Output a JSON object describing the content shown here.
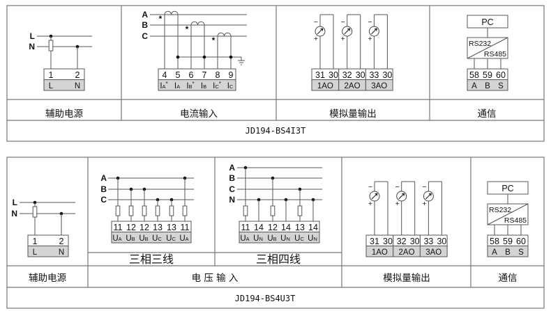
{
  "top": {
    "model": "JD194-BS4I3T",
    "sections": {
      "aux_power": "辅助电源",
      "current_input": "电流输入",
      "analog_output": "模拟量输出",
      "comm": "通信"
    },
    "aux": {
      "lines": [
        "L",
        "N"
      ],
      "terminals": [
        {
          "num": "1",
          "label": "L"
        },
        {
          "num": "2",
          "label": "N"
        }
      ]
    },
    "current": {
      "phases": [
        "A",
        "B",
        "C"
      ],
      "star": "*",
      "terminals": [
        {
          "num": "4",
          "main": "I",
          "sub": "A",
          "sup": "*"
        },
        {
          "num": "5",
          "main": "I",
          "sub": "A",
          "sup": ""
        },
        {
          "num": "6",
          "main": "I",
          "sub": "B",
          "sup": "*"
        },
        {
          "num": "7",
          "main": "I",
          "sub": "B",
          "sup": ""
        },
        {
          "num": "8",
          "main": "I",
          "sub": "C",
          "sup": "*"
        },
        {
          "num": "9",
          "main": "I",
          "sub": "C",
          "sup": ""
        }
      ]
    },
    "analog": {
      "minus": "−",
      "plus": "+",
      "groups": [
        {
          "nums": [
            "31",
            "30"
          ],
          "label": "1AO"
        },
        {
          "nums": [
            "32",
            "30"
          ],
          "label": "2AO"
        },
        {
          "nums": [
            "33",
            "30"
          ],
          "label": "3AO"
        }
      ]
    },
    "comm": {
      "pc": "PC",
      "rs232": "RS232",
      "rs485": "RS485",
      "terminals": [
        {
          "num": "58",
          "label": "A"
        },
        {
          "num": "59",
          "label": "B"
        },
        {
          "num": "60",
          "label": "S"
        }
      ]
    }
  },
  "bottom": {
    "model": "JD194-BS4U3T",
    "sections": {
      "aux_power": "辅助电源",
      "voltage_input": "电 压 输 入",
      "three_phase_three_wire": "三相三线",
      "three_phase_four_wire": "三相四线",
      "analog_output": "模拟量输出",
      "comm": "通信"
    },
    "aux": {
      "lines": [
        "L",
        "N"
      ],
      "terminals": [
        {
          "num": "1",
          "label": "L"
        },
        {
          "num": "2",
          "label": "N"
        }
      ]
    },
    "three_wire": {
      "phases": [
        "A",
        "B",
        "C"
      ],
      "terminals": [
        {
          "num": "11",
          "main": "U",
          "sub": "A"
        },
        {
          "num": "12",
          "main": "U",
          "sub": "B"
        },
        {
          "num": "12",
          "main": "U",
          "sub": "B"
        },
        {
          "num": "13",
          "main": "U",
          "sub": "C"
        },
        {
          "num": "13",
          "main": "U",
          "sub": "C"
        },
        {
          "num": "11",
          "main": "U",
          "sub": "A"
        }
      ]
    },
    "four_wire": {
      "phases": [
        "A",
        "B",
        "C",
        "N"
      ],
      "terminals": [
        {
          "num": "11",
          "main": "U",
          "sub": "A"
        },
        {
          "num": "14",
          "main": "U",
          "sub": "N"
        },
        {
          "num": "12",
          "main": "U",
          "sub": "B"
        },
        {
          "num": "14",
          "main": "U",
          "sub": "N"
        },
        {
          "num": "13",
          "main": "U",
          "sub": "C"
        },
        {
          "num": "14",
          "main": "U",
          "sub": "N"
        }
      ]
    },
    "analog": {
      "minus": "−",
      "plus": "+",
      "groups": [
        {
          "nums": [
            "31",
            "30"
          ],
          "label": "1AO"
        },
        {
          "nums": [
            "32",
            "30"
          ],
          "label": "2AO"
        },
        {
          "nums": [
            "33",
            "30"
          ],
          "label": "3AO"
        }
      ]
    },
    "comm": {
      "pc": "PC",
      "rs232": "RS232",
      "rs485": "RS485",
      "terminals": [
        {
          "num": "58",
          "label": "A"
        },
        {
          "num": "59",
          "label": "B"
        },
        {
          "num": "60",
          "label": "S"
        }
      ]
    }
  }
}
